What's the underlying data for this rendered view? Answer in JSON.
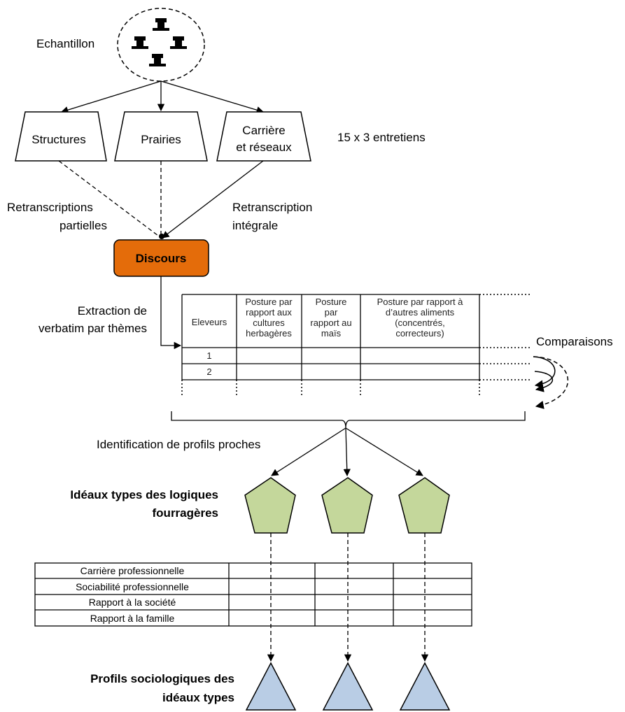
{
  "echantillon": "Echantillon",
  "boxes": {
    "structures": "Structures",
    "prairies": "Prairies",
    "carriere_l1": "Carrière",
    "carriere_l2": "et réseaux"
  },
  "entretiens": "15 x 3 entretiens",
  "retranscriptions": {
    "partielles_l1": "Retranscriptions",
    "partielles_l2": "partielles",
    "integrale_l1": "Retranscription",
    "integrale_l2": "intégrale"
  },
  "discours": "Discours",
  "extraction": {
    "l1": "Extraction de",
    "l2": "verbatim par thèmes"
  },
  "table1": {
    "headers": [
      [
        "Eleveurs"
      ],
      [
        "Posture par",
        "rapport aux",
        "cultures",
        "herbagères"
      ],
      [
        "Posture",
        "par",
        "rapport au",
        "maïs"
      ],
      [
        "Posture par rapport à",
        "d’autres aliments",
        "(concentrés,",
        "correcteurs)"
      ]
    ],
    "rows": [
      "1",
      "2"
    ]
  },
  "comparaisons": "Comparaisons",
  "identification": "Identification de profils proches",
  "ideaux": {
    "l1": "Idéaux types des logiques",
    "l2": "fourragères"
  },
  "table2": {
    "rows": [
      "Carrière professionnelle",
      "Sociabilité professionnelle",
      "Rapport à la société",
      "Rapport à la famille"
    ]
  },
  "profils": {
    "l1": "Profils sociologiques des",
    "l2": "idéaux types"
  },
  "colors": {
    "discours_fill": "#e46c0a",
    "pentagon_fill": "#c4d79b",
    "triangle_fill": "#b9cde5"
  }
}
